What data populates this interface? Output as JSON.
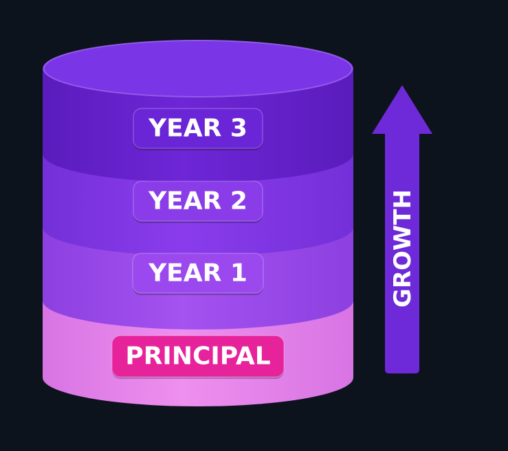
{
  "layers": [
    {
      "key": "principal",
      "label": "PRINCIPAL",
      "side": "#ee90ee",
      "side_dark": "#d874e4",
      "top": "#f4b3f4",
      "pill": "#e6239b"
    },
    {
      "key": "year1",
      "label": "YEAR 1",
      "side": "#a452f0",
      "side_dark": "#8d40e0",
      "top": "#b875f5",
      "pill": "#9b49ef"
    },
    {
      "key": "year2",
      "label": "YEAR 2",
      "side": "#8a3cec",
      "side_dark": "#7430d8",
      "top": "#9d57f2",
      "pill": "#8a3ce9"
    },
    {
      "key": "year3",
      "label": "YEAR 3",
      "side": "#6e26d6",
      "side_dark": "#5a1cbc",
      "top": "#7a35e6",
      "pill": "#6a26d6"
    }
  ],
  "arrow": {
    "label": "GROWTH",
    "color": "#6e2ad8"
  },
  "colors": {
    "background": "#0d131c"
  }
}
